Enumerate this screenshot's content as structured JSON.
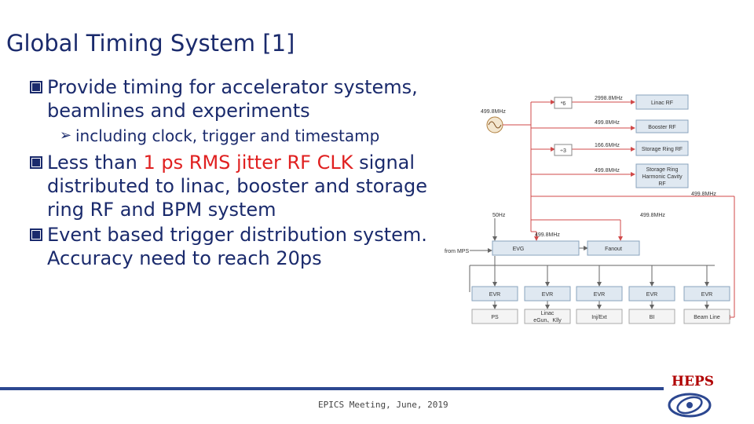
{
  "title": "Global Timing System [1]",
  "bullets": [
    {
      "text": "Provide timing for accelerator systems, beamlines and experiments"
    },
    {
      "sub": "including clock, trigger and timestamp"
    },
    {
      "pre": "Less than ",
      "highlight": "1 ps RMS jitter RF CLK",
      "post": " signal distributed to linac, booster and storage ring RF and BPM system"
    },
    {
      "text": "Event  based trigger distribution system. Accuracy need to  reach 20ps"
    }
  ],
  "diagram": {
    "source_freq": "499.8MHz",
    "mult_label": "*6",
    "div_label": "÷3",
    "trig_freq": "50Hz",
    "from_mps": "from MPS",
    "freq_linac": "2998.8MHz",
    "freq_booster": "499.8MHz",
    "freq_sr": "166.6MHz",
    "freq_harm": "499.8MHz",
    "freq_right": "499.8MHz",
    "freq_fanout": "499.8MHz",
    "freq_evg": "499.8MHz",
    "box_linac_rf": "Linac RF",
    "box_booster_rf": "Booster RF",
    "box_sr_rf": "Storage Ring RF",
    "box_harm_1": "Storage Ring",
    "box_harm_2": "Harmonic Cavity",
    "box_harm_3": "RF",
    "evg": "EVG",
    "fanout": "Fanout",
    "evr": [
      "EVR",
      "EVR",
      "EVR",
      "EVR",
      "EVR"
    ],
    "targets": [
      "PS",
      "Linac",
      "Inj/Ext",
      "BI",
      "Beam Line"
    ],
    "target_linac_2": "eGun、Klly"
  },
  "footer": "EPICS Meeting, June, 2019",
  "logo": "HEPS",
  "colors": {
    "title": "#1a2a6c",
    "highlight": "#e02020",
    "wire": "#d04a4a",
    "box_fill": "#dfe8f1",
    "footer_bar": "#2c4790",
    "logo": "#b00000"
  },
  "icons": {
    "bullet": "square-bullet-icon",
    "arrow": "arrow-bullet-icon",
    "oscillator": "sine-source-icon"
  }
}
